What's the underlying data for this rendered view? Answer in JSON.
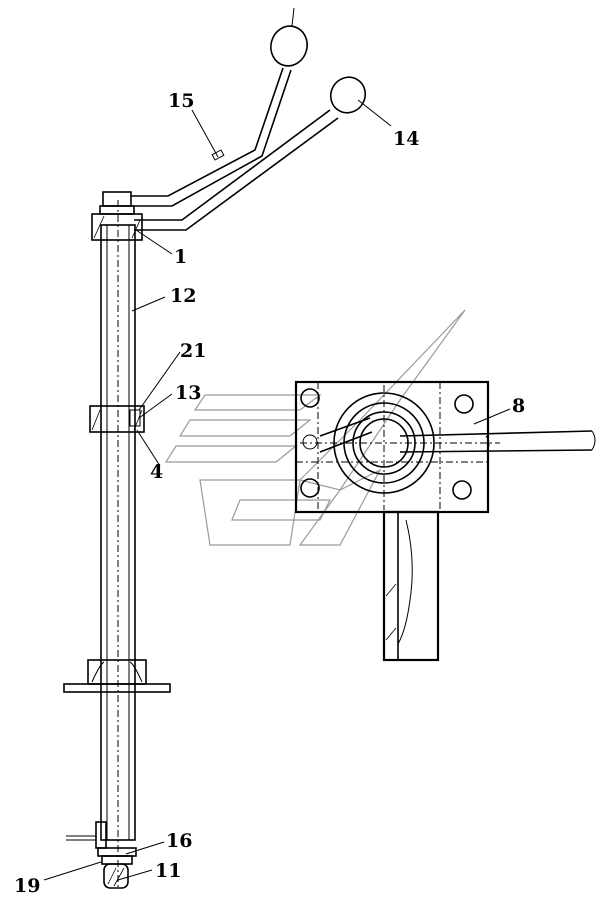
{
  "callouts": {
    "c15": "15",
    "c14": "14",
    "c1": "1",
    "c12": "12",
    "c21": "21",
    "c13": "13",
    "c4": "4",
    "c8": "8",
    "c16": "16",
    "c19": "19",
    "c11": "11"
  },
  "colors": {
    "ink": "#000000",
    "watermark": "#9a9a9a",
    "background": "#ffffff"
  }
}
